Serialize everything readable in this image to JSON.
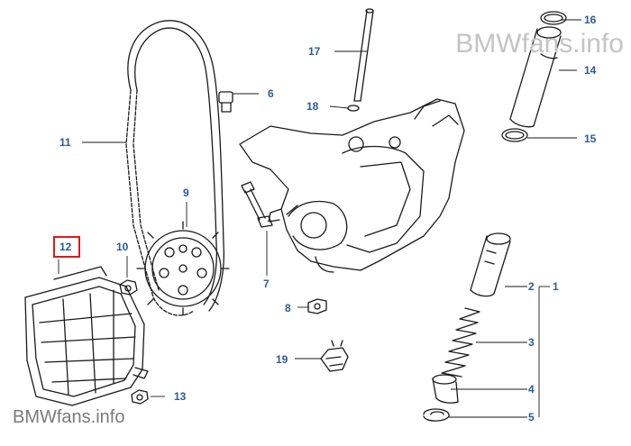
{
  "watermark": {
    "top": "BMWfans.info",
    "bottom": "BMWfans.info"
  },
  "highlighted_part": "12",
  "colors": {
    "label": "#2b5c9a",
    "highlight": "#e01818",
    "line": "#1a1a1a"
  },
  "parts": [
    {
      "id": "1",
      "label": "1"
    },
    {
      "id": "2",
      "label": "2"
    },
    {
      "id": "3",
      "label": "3"
    },
    {
      "id": "4",
      "label": "4"
    },
    {
      "id": "5",
      "label": "5"
    },
    {
      "id": "6",
      "label": "6"
    },
    {
      "id": "7",
      "label": "7"
    },
    {
      "id": "8",
      "label": "8"
    },
    {
      "id": "9",
      "label": "9"
    },
    {
      "id": "10",
      "label": "10"
    },
    {
      "id": "11",
      "label": "11"
    },
    {
      "id": "12",
      "label": "12"
    },
    {
      "id": "13",
      "label": "13"
    },
    {
      "id": "14",
      "label": "14"
    },
    {
      "id": "15",
      "label": "15"
    },
    {
      "id": "16",
      "label": "16"
    },
    {
      "id": "17",
      "label": "17"
    },
    {
      "id": "18",
      "label": "18"
    },
    {
      "id": "19",
      "label": "19"
    }
  ]
}
